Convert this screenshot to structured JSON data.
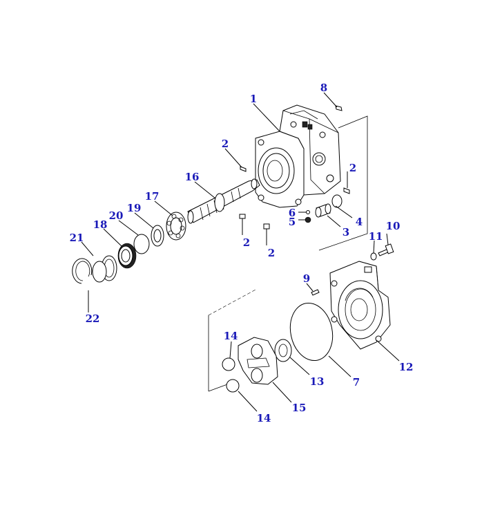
{
  "callouts": [
    {
      "id": "c1",
      "text": "1"
    },
    {
      "id": "c2a",
      "text": "2"
    },
    {
      "id": "c2b",
      "text": "2"
    },
    {
      "id": "c2c",
      "text": "2"
    },
    {
      "id": "c2d",
      "text": "2"
    },
    {
      "id": "c3",
      "text": "3"
    },
    {
      "id": "c4",
      "text": "4"
    },
    {
      "id": "c5",
      "text": "5"
    },
    {
      "id": "c6",
      "text": "6"
    },
    {
      "id": "c7",
      "text": "7"
    },
    {
      "id": "c8",
      "text": "8"
    },
    {
      "id": "c9",
      "text": "9"
    },
    {
      "id": "c10",
      "text": "10"
    },
    {
      "id": "c11",
      "text": "11"
    },
    {
      "id": "c12",
      "text": "12"
    },
    {
      "id": "c13",
      "text": "13"
    },
    {
      "id": "c14a",
      "text": "14"
    },
    {
      "id": "c14b",
      "text": "14"
    },
    {
      "id": "c15",
      "text": "15"
    },
    {
      "id": "c16",
      "text": "16"
    },
    {
      "id": "c17",
      "text": "17"
    },
    {
      "id": "c18",
      "text": "18"
    },
    {
      "id": "c19",
      "text": "19"
    },
    {
      "id": "c20",
      "text": "20"
    },
    {
      "id": "c21",
      "text": "21"
    },
    {
      "id": "c22",
      "text": "22"
    }
  ],
  "colors": {
    "label": "#1a1ab8",
    "line": "#000000",
    "fill": "#ffffff"
  }
}
